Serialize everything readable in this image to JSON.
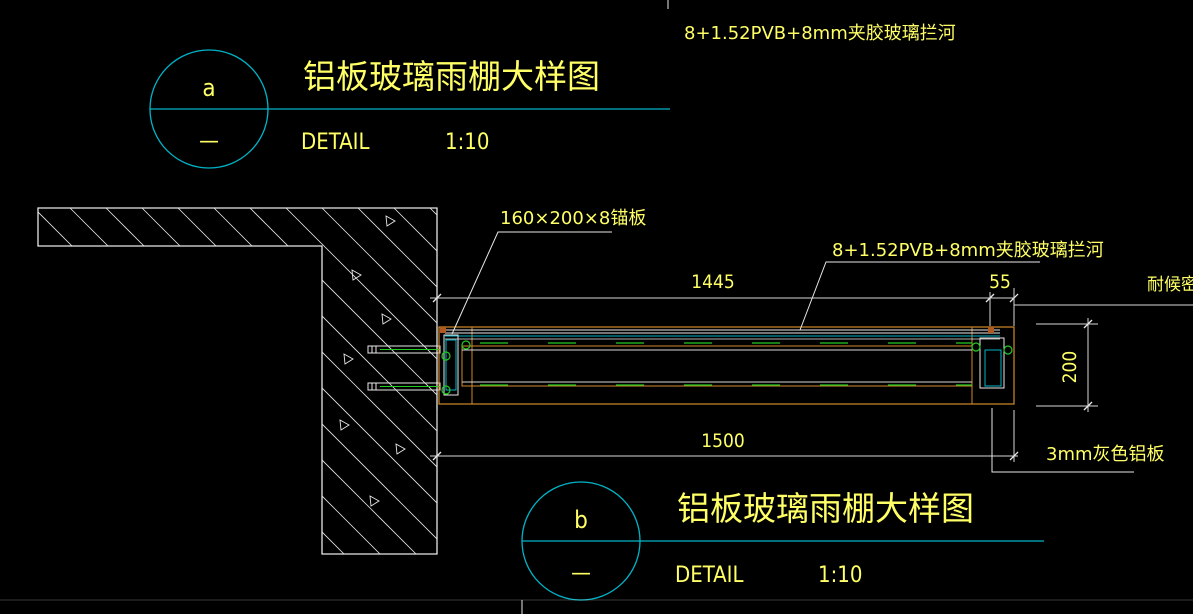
{
  "title_a": {
    "symbol": "a",
    "symbol_sub": "—",
    "title": "铝板玻璃雨棚大样图",
    "detail": "DETAIL",
    "scale": "1:10"
  },
  "title_b": {
    "symbol": "b",
    "symbol_sub": "—",
    "title": "铝板玻璃雨棚大样图",
    "detail": "DETAIL",
    "scale": "1:10"
  },
  "annotations": {
    "top_glass": "8+1.52PVB+8mm夹胶玻璃拦河",
    "anchor_plate": "160×200×8锚板",
    "mid_glass": "8+1.52PVB+8mm夹胶玻璃拦河",
    "sealant": "耐候密封",
    "aluminum": "3mm灰色铝板"
  },
  "dimensions": {
    "d1445": "1445",
    "d55": "55",
    "d200": "200",
    "d1500": "1500"
  },
  "colors": {
    "background": "#000000",
    "text": "#ffff66",
    "cyan_line": "#00b4c8",
    "wall_line": "#e8e8e8",
    "frame": "#d08a2a",
    "glass_green": "#22cc22"
  }
}
